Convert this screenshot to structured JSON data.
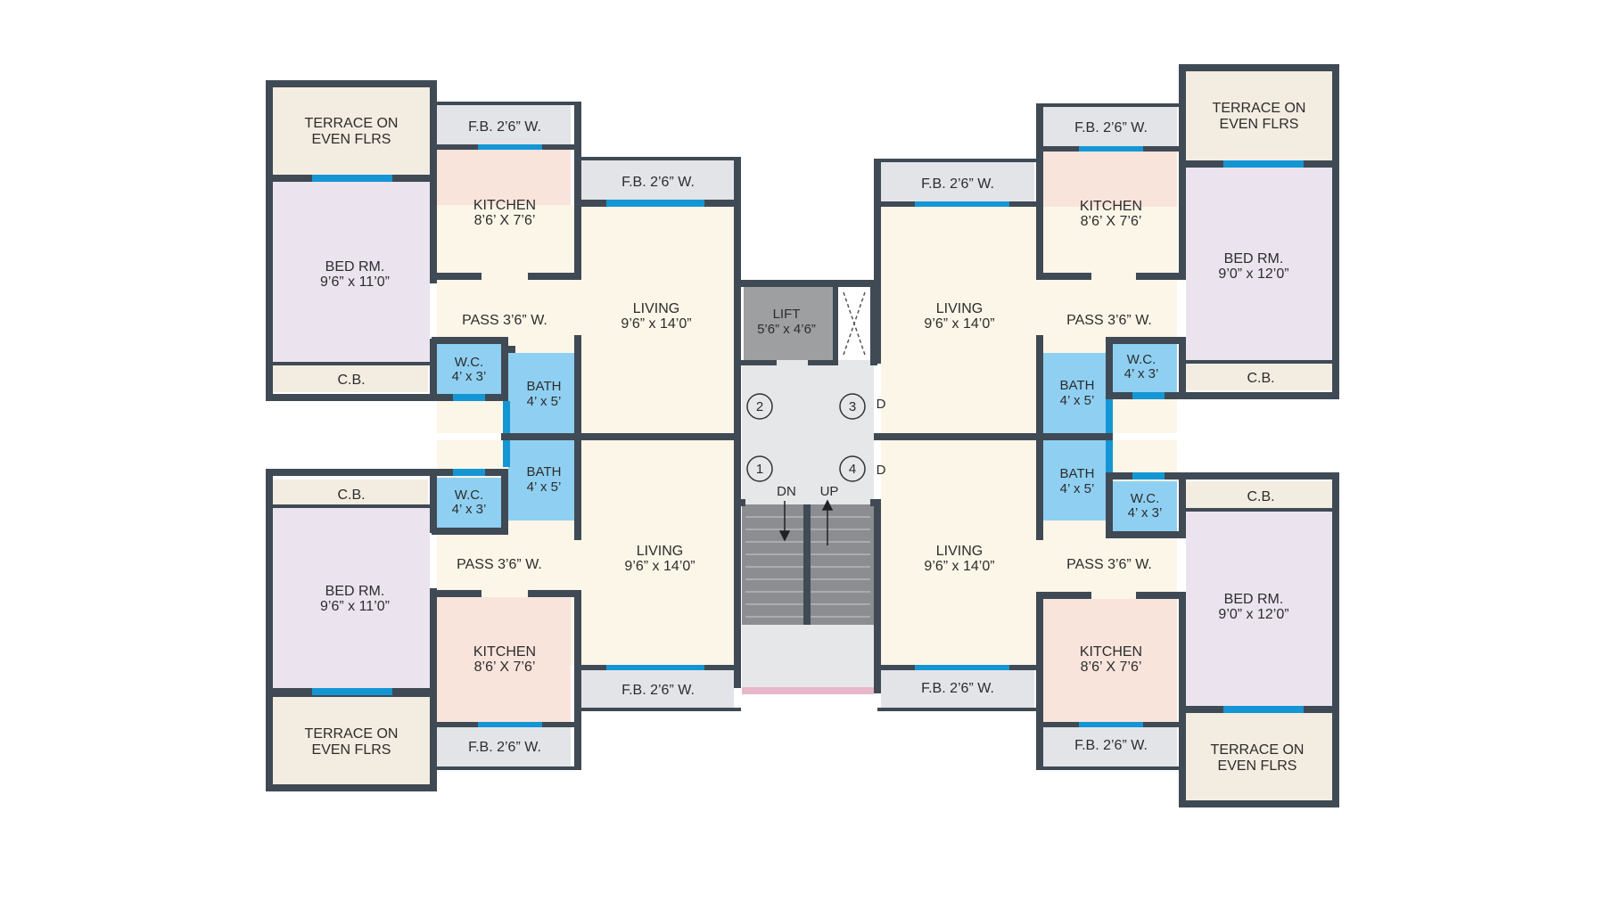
{
  "colors": {
    "wall": "#3f4a55",
    "window": "#1596d4",
    "terrace": "#f3ece1",
    "bedroom": "#ebe4ef",
    "kitchen": "#f9e4dc",
    "living": "#fcf6e8",
    "wet": "#8fd0f2",
    "flowerbed": "#e3e4e8",
    "cupboard": "#f3ece1",
    "lift": "#9e9fa1",
    "lobby": "#e6e7e9",
    "stairs": "#8b8d91",
    "entrance_strip": "#e8b7c9"
  },
  "units": {
    "top_left": {
      "terrace": [
        "TERRACE ON",
        "EVEN FLRS"
      ],
      "fb_kitchen": "F.B. 2’6” W.",
      "kitchen": [
        "KITCHEN",
        "8’6’ X 7’6’"
      ],
      "fb_living": "F.B. 2’6” W.",
      "bedroom": [
        "BED RM.",
        "9’6” x 11’0”"
      ],
      "pass": "PASS 3’6” W.",
      "living": [
        "LIVING",
        "9’6” x 14’0”"
      ],
      "cb": "C.B.",
      "wc": [
        "W.C.",
        "4’ x 3’"
      ],
      "bath": [
        "BATH",
        "4’ x 5’"
      ]
    },
    "bottom_left": {
      "cb": "C.B.",
      "wc": [
        "W.C.",
        "4’ x 3’"
      ],
      "bath": [
        "BATH",
        "4’ x 5’"
      ],
      "bedroom": [
        "BED RM.",
        "9’6” x 11’0”"
      ],
      "pass": "PASS 3’6” W.",
      "living": [
        "LIVING",
        "9’6” x 14’0”"
      ],
      "kitchen": [
        "KITCHEN",
        "8’6’ X 7’6’"
      ],
      "fb_living": "F.B. 2’6” W.",
      "terrace": [
        "TERRACE ON",
        "EVEN FLRS"
      ],
      "fb_kitchen": "F.B. 2’6” W."
    },
    "top_right": {
      "fb_kitchen": "F.B. 2’6” W.",
      "terrace": [
        "TERRACE ON",
        "EVEN FLRS"
      ],
      "fb_living": "F.B. 2’6” W.",
      "kitchen": [
        "KITCHEN",
        "8’6’ X 7’6’"
      ],
      "bedroom": [
        "BED RM.",
        "9’0” x 12’0”"
      ],
      "living": [
        "LIVING",
        "9’6” x 14’0”"
      ],
      "pass": "PASS 3’6” W.",
      "wc": [
        "W.C.",
        "4’ x 3’"
      ],
      "bath": [
        "BATH",
        "4’ x 5’"
      ],
      "cb": "C.B."
    },
    "bottom_right": {
      "bath": [
        "BATH",
        "4’ x 5’"
      ],
      "wc": [
        "W.C.",
        "4’ x 3’"
      ],
      "cb": "C.B.",
      "living": [
        "LIVING",
        "9’6” x 14’0”"
      ],
      "pass": "PASS 3’6” W.",
      "bedroom": [
        "BED RM.",
        "9’0” x 12’0”"
      ],
      "kitchen": [
        "KITCHEN",
        "8’6’ X 7’6’"
      ],
      "fb_living": "F.B. 2’6” W.",
      "fb_kitchen": "F.B. 2’6” W.",
      "terrace": [
        "TERRACE ON",
        "EVEN FLRS"
      ]
    }
  },
  "core": {
    "lift": [
      "LIFT",
      "5’6” x 4’6”"
    ],
    "flat_numbers": [
      "2",
      "3",
      "1",
      "4"
    ],
    "door_marks": [
      "D",
      "D"
    ],
    "stairs_down": "DN",
    "stairs_up": "UP"
  }
}
